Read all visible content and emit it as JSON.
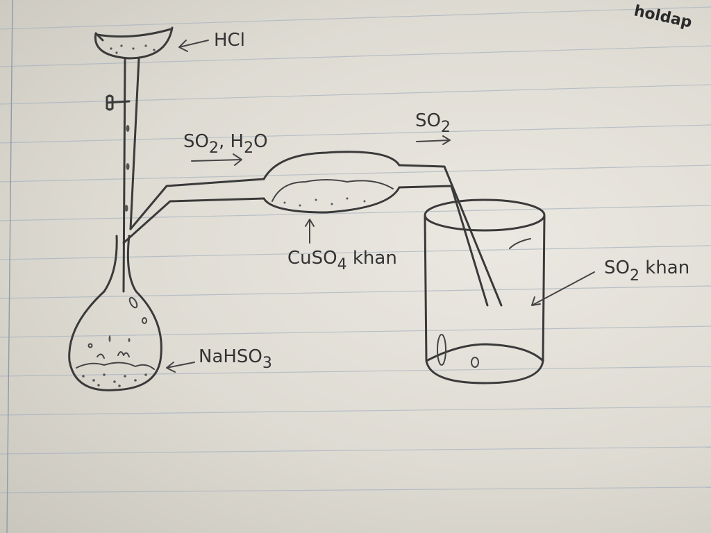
{
  "corner_text": "holdap",
  "labels": {
    "hcl": "HCl",
    "gas_mix": "SO",
    "gas_mix_sub": "2",
    "gas_mix_rest": ", H",
    "gas_mix_sub2": "2",
    "gas_mix_end": "O",
    "so2_top": "SO",
    "so2_top_sub": "2",
    "cuso4": "CuSO",
    "cuso4_sub": "4",
    "cuso4_rest": " khan",
    "nahso3": "NaHSO",
    "nahso3_sub": "3",
    "so2_dry": "SO",
    "so2_dry_sub": "2",
    "so2_dry_rest": " khan"
  },
  "colors": {
    "ink": "#3a3a3a",
    "paper": "#e6e3dc",
    "rule_lines": "#a9b4bf"
  }
}
